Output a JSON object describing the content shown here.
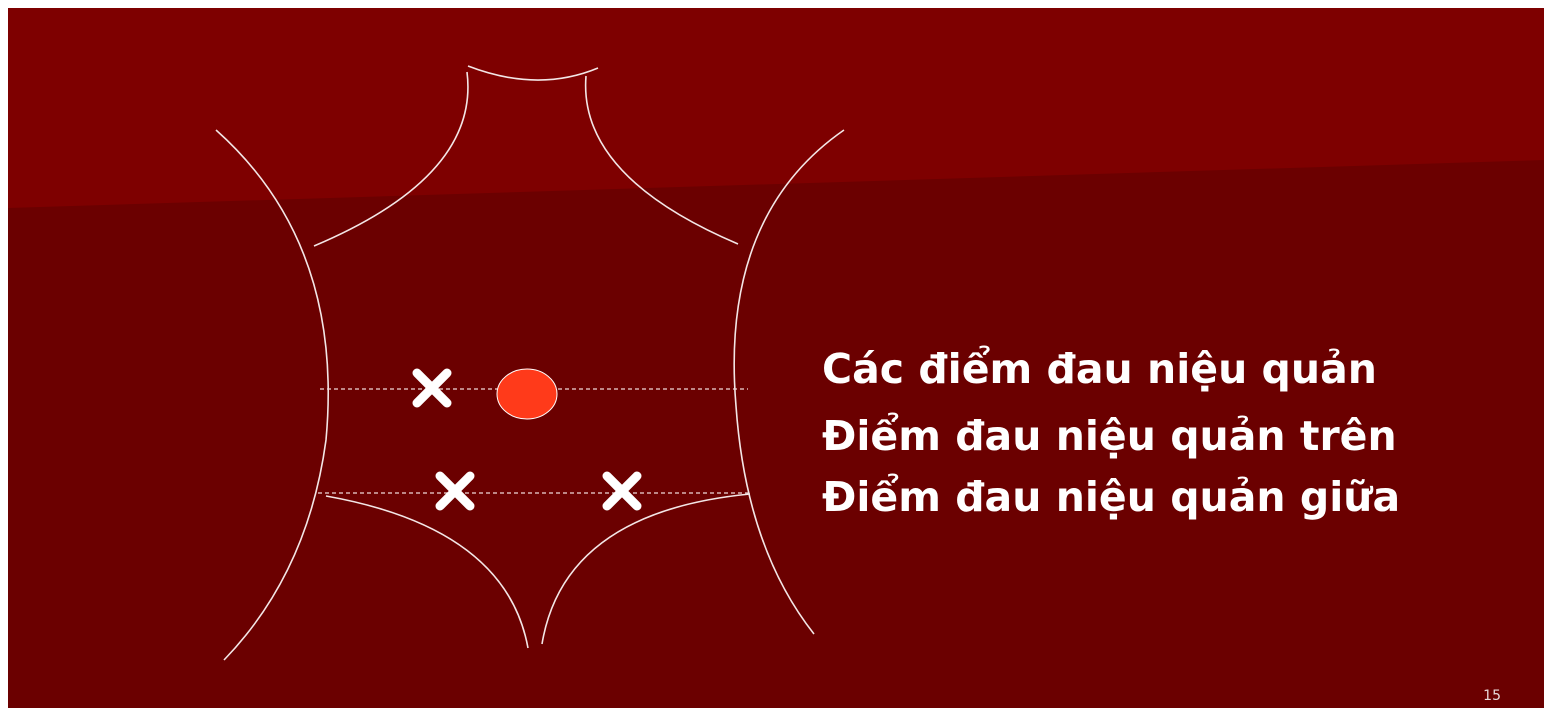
{
  "slide": {
    "background_color": "#6b0000",
    "highlight_color": "#7e0000",
    "outline_color": "#f3e6e6",
    "marker_color": "#ffffff",
    "dot_color": "#ff3a1a",
    "page_number": "15"
  },
  "diagram": {
    "markers": [
      {
        "name": "pain-point-x",
        "symbol": "cross"
      },
      {
        "name": "pain-point-dot",
        "symbol": "filled-circle"
      },
      {
        "name": "pain-point-x",
        "symbol": "cross"
      },
      {
        "name": "pain-point-x",
        "symbol": "cross"
      }
    ]
  },
  "legend": {
    "lines": [
      "Các điểm đau niệu quản",
      "Điểm đau niệu quản trên",
      "Điểm đau niệu quản giữa"
    ]
  }
}
